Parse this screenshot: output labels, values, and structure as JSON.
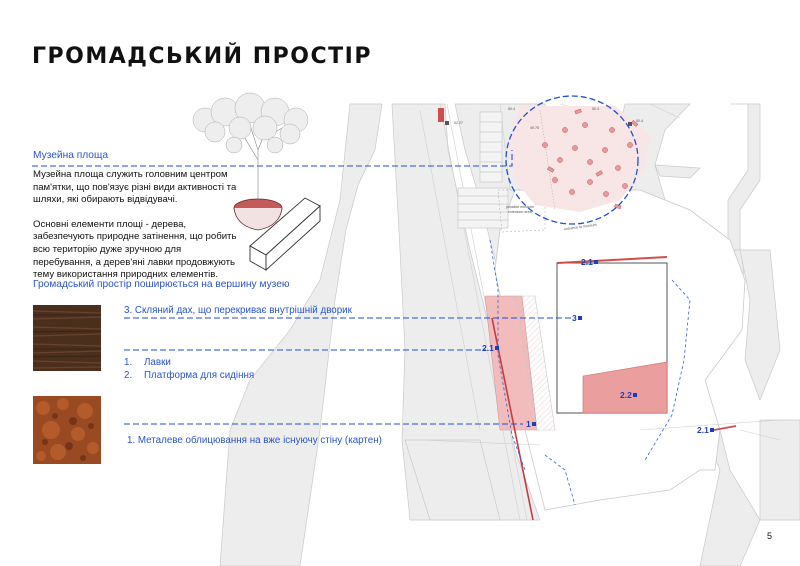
{
  "page": {
    "title": "ГРОМАДСЬКИЙ ПРОСТІР",
    "page_number": "5"
  },
  "section": {
    "heading": "Музейна площа",
    "paragraph1": "Музейна площа служить головним центром пам'ятки, що пов'язує різні види активності та шляхи, які обирають відвідувачі.",
    "paragraph2": "Основні елементи площі - дерева, забезпечують природне затінення, що робить всю територію дуже зручною для перебування, а дерев'яні лавки продовжують тему використання природних елементів.",
    "subheading": "Громадський простір поширюється на вершину музею"
  },
  "legend": {
    "item3": "3. Скляний дах, що перекриває внутрішній дворик",
    "list2": [
      {
        "num": "1.",
        "text": "Лавки"
      },
      {
        "num": "2.",
        "text": "Платформа для сидіння"
      }
    ],
    "item1": "1. Металеве облицювання на вже існуючу стіну (картен)"
  },
  "plan_labels": {
    "l21_top": "2.1",
    "l3": "3",
    "l21_left": "2.1",
    "l22": "2.2",
    "l1": "1",
    "l21_right": "2.1"
  },
  "plan_small_text": {
    "lvl_a": "52.27",
    "lvl_b": "50.4",
    "lvl_c": "50.4",
    "lvl_d": "50.4",
    "lvl_e": "49.75",
    "museum_1": "possible museum",
    "museum_2": "extension area",
    "entrance": "entrance to museum"
  },
  "colors": {
    "accent_blue": "#2a55c8",
    "plan_pink": "#e8a3a3",
    "plan_red": "#c83c3c",
    "plan_grey": "#ececec"
  }
}
